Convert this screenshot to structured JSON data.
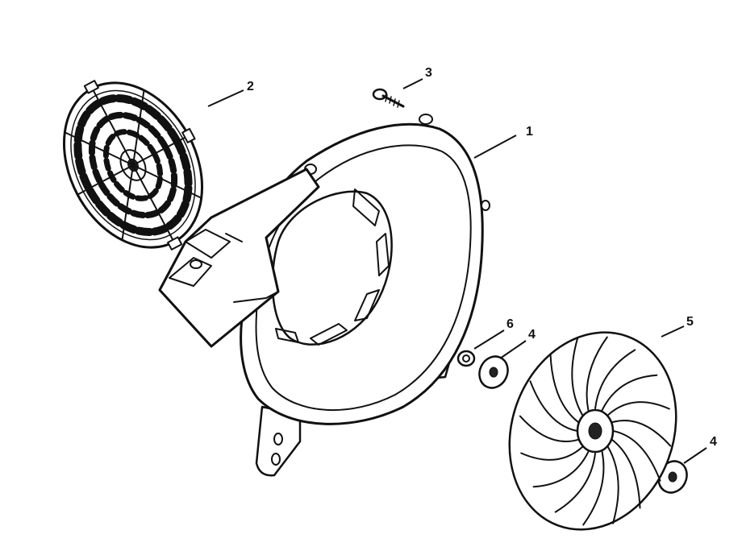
{
  "diagram": {
    "colors": {
      "ink": "#111111",
      "background": "#ffffff"
    },
    "callouts": [
      {
        "id": "c1",
        "number": "1",
        "part": "fan-housing"
      },
      {
        "id": "c2",
        "number": "2",
        "part": "intake-screen"
      },
      {
        "id": "c3",
        "number": "3",
        "part": "screw"
      },
      {
        "id": "c4a",
        "number": "4",
        "part": "washer"
      },
      {
        "id": "c4b",
        "number": "4",
        "part": "washer"
      },
      {
        "id": "c5",
        "number": "5",
        "part": "impeller-fan"
      },
      {
        "id": "c6",
        "number": "6",
        "part": "nut"
      }
    ]
  }
}
